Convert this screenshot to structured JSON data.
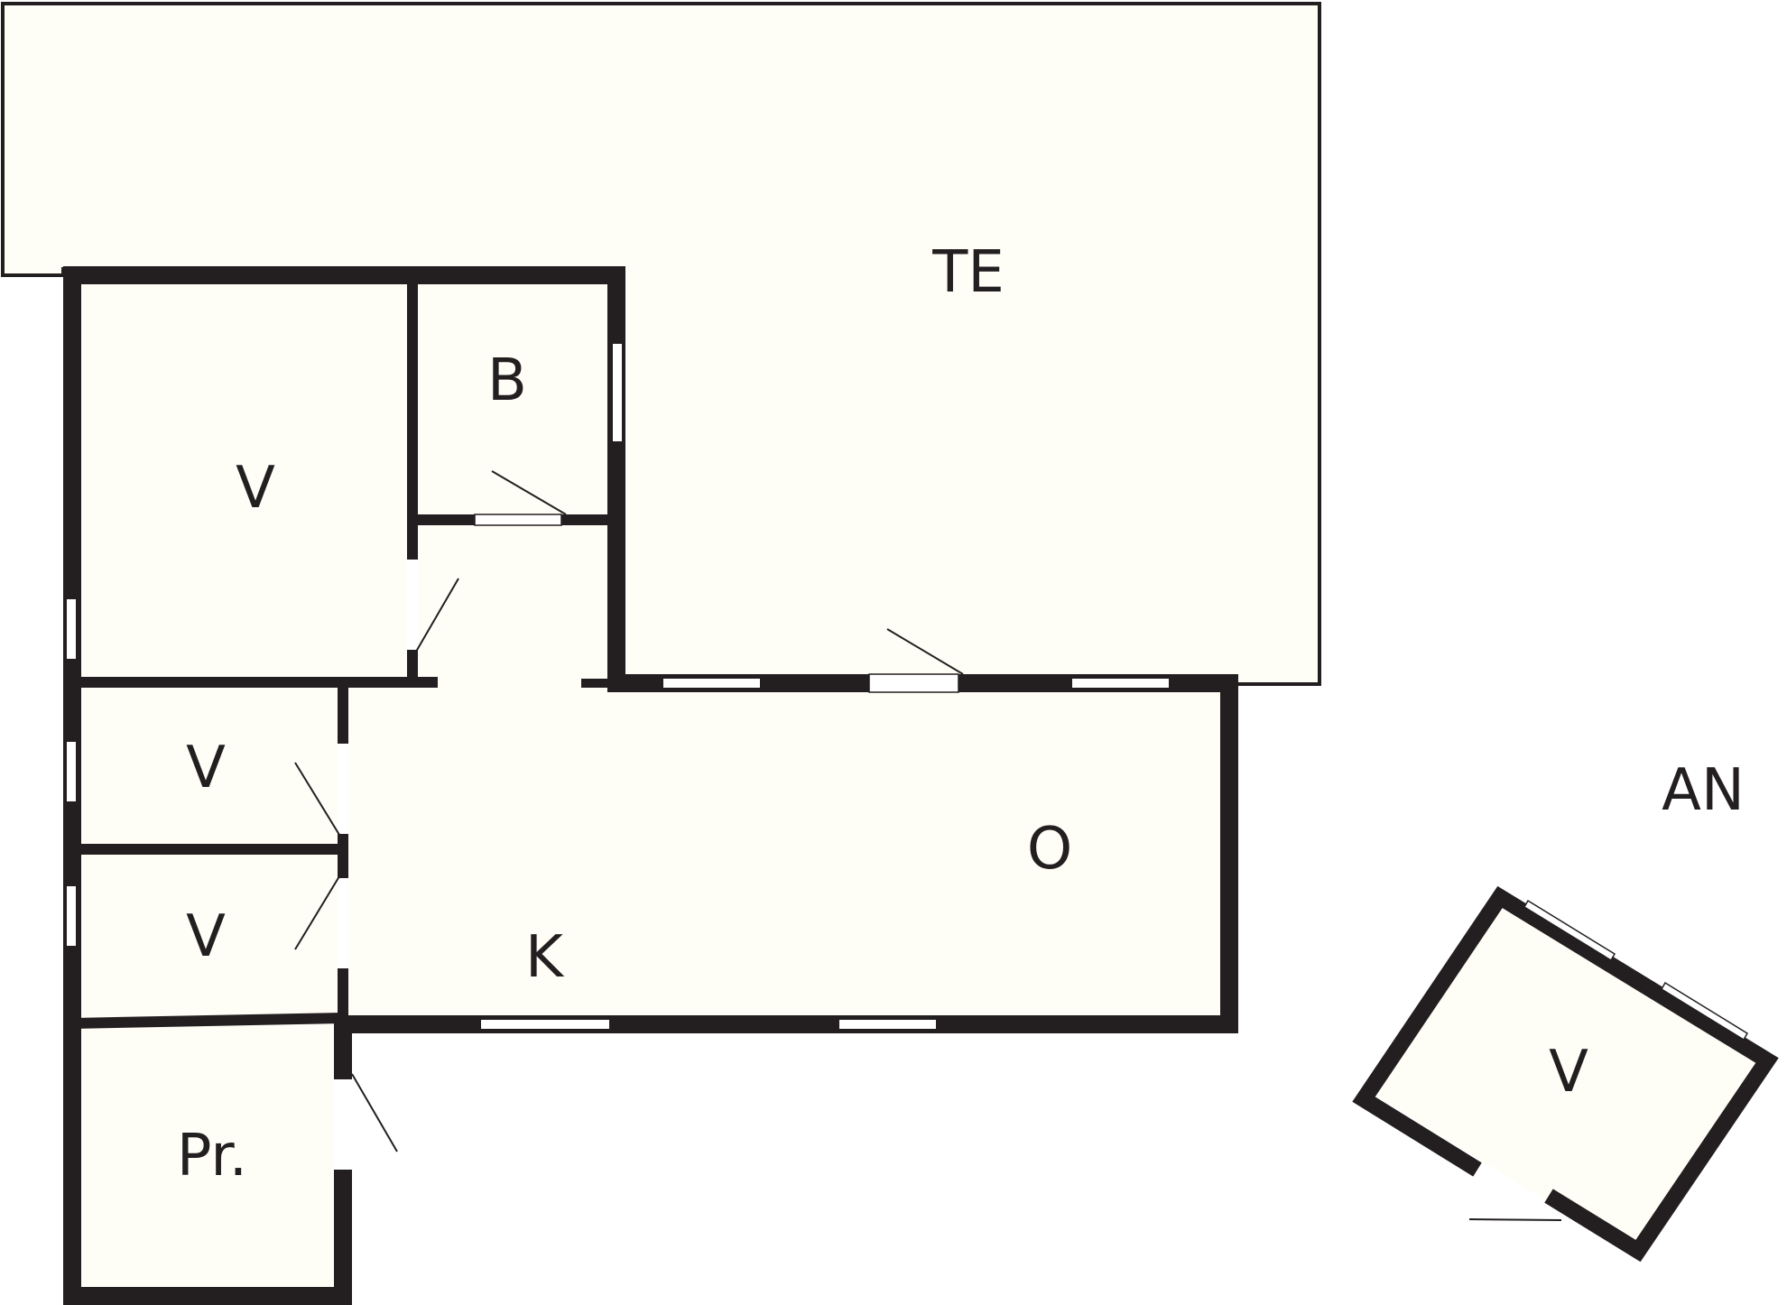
{
  "colors": {
    "wall": "#231f20",
    "floor": "#fefef7",
    "background": "#ffffff",
    "opening": "#ffffff"
  },
  "rooms": {
    "terrace": "TE",
    "bedroom_top": "V",
    "bathroom": "B",
    "bedroom_middle": "V",
    "bedroom_lower": "V",
    "living_room": "O",
    "kitchen": "K",
    "storage": "Pr.",
    "annex_bedroom": "V"
  },
  "areas": {
    "annex_label": "AN"
  }
}
